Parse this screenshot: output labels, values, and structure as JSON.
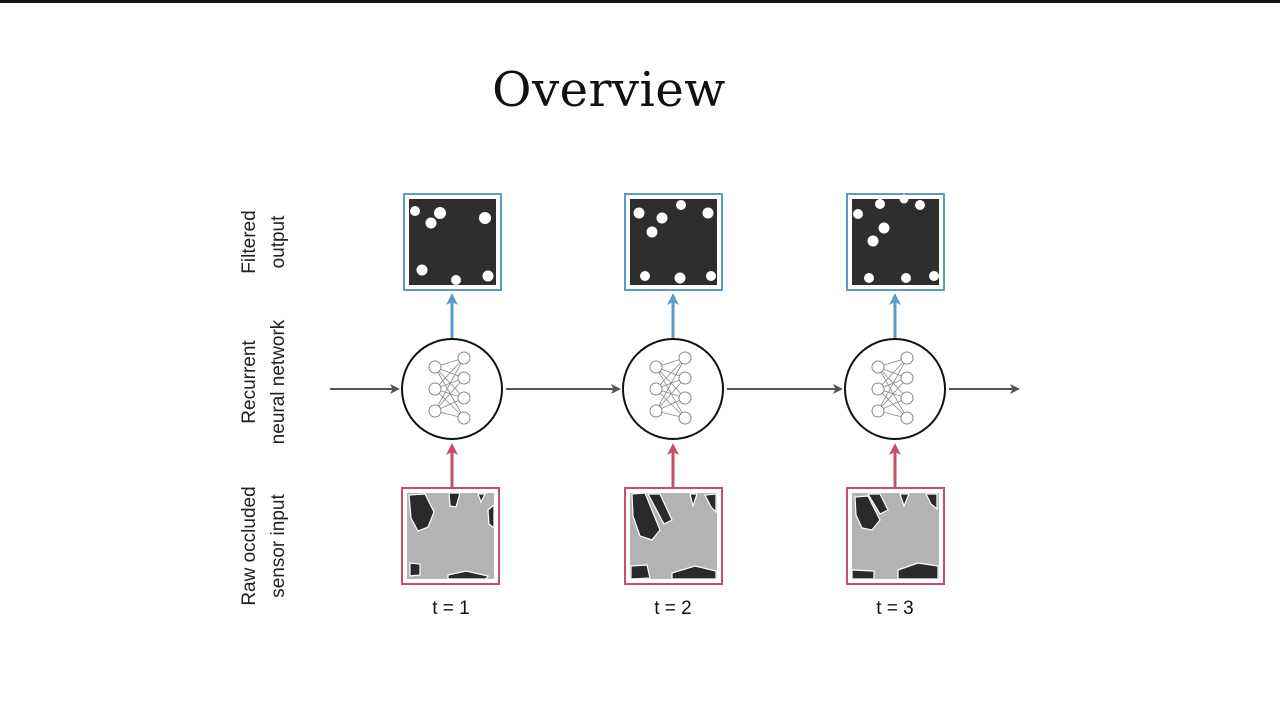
{
  "slide": {
    "title": "Overview"
  },
  "row_labels": {
    "output": [
      "Filtered",
      "output"
    ],
    "network": [
      "Recurrent",
      "neural network"
    ],
    "input": [
      "Raw occluded",
      "sensor input"
    ]
  },
  "timesteps": [
    {
      "label": "t = 1"
    },
    {
      "label": "t = 2"
    },
    {
      "label": "t = 3"
    }
  ],
  "colors": {
    "output_border": "#5b9bc8",
    "input_border": "#c9506b",
    "arrow_gray": "#555555",
    "arrow_blue": "#5b9bc8",
    "arrow_red": "#c9506b",
    "output_fill": "#2e2e2e",
    "input_fill": "#b3b3b3",
    "occluder": "#2a2a2a"
  }
}
